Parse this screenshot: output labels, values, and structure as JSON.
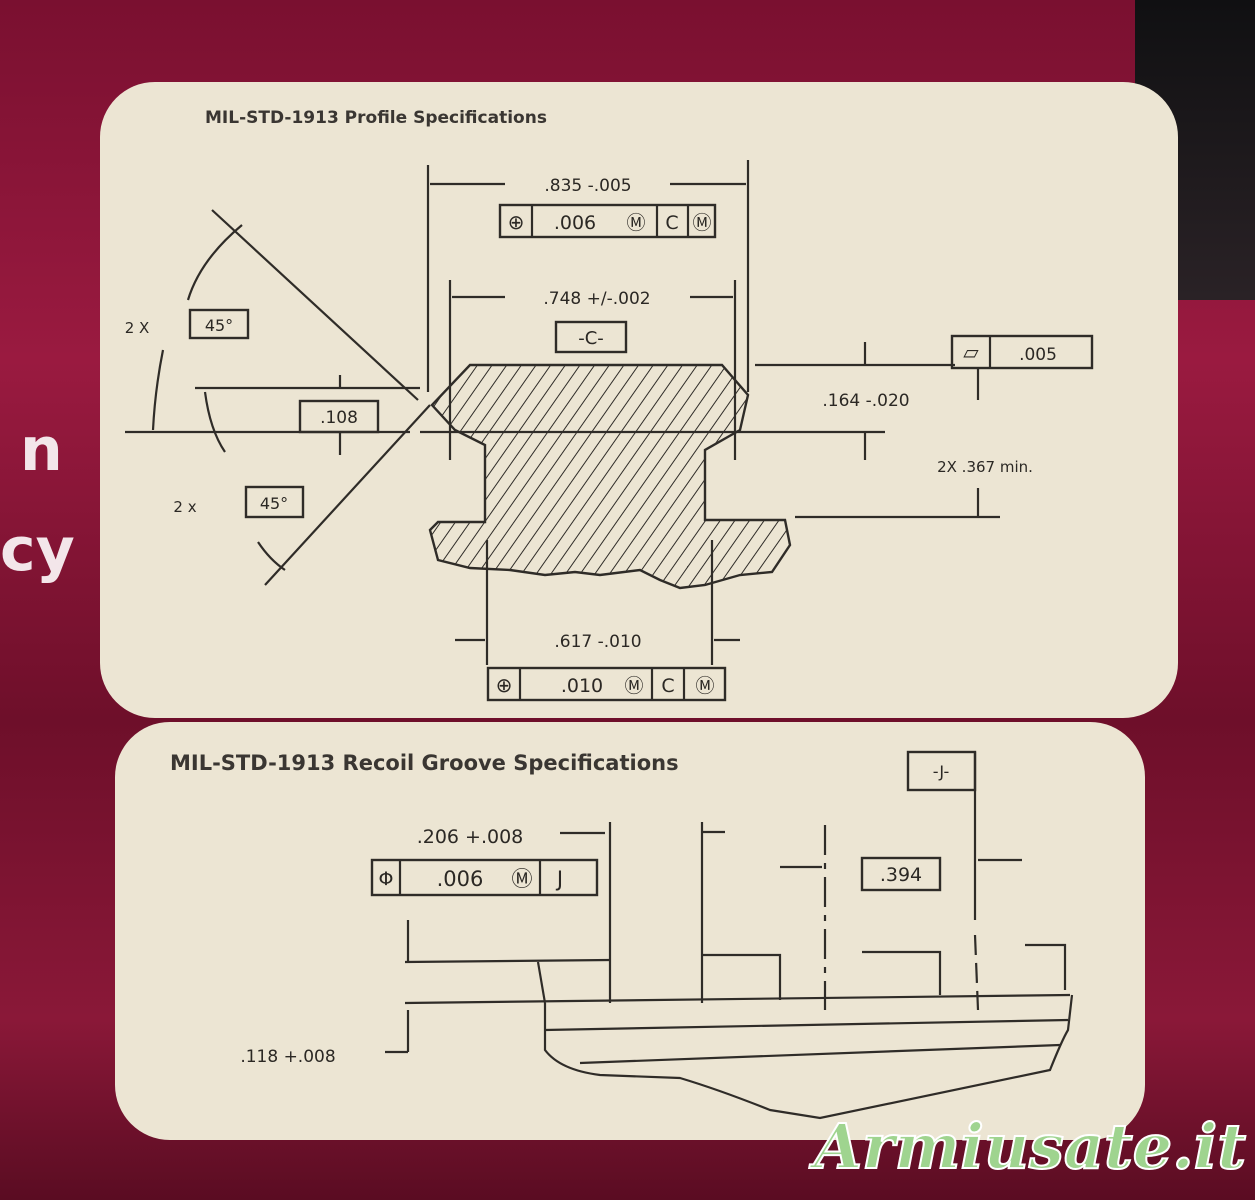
{
  "side_text": [
    "n",
    "cy"
  ],
  "profile": {
    "title": "MIL-STD-1913 Profile Specifications",
    "dim_835": ".835 -.005",
    "fcf_top": {
      "symbol": "⊕",
      "tolerance": ".006",
      "modifier": "Ⓜ",
      "datum": "C",
      "datum_modifier": "Ⓜ"
    },
    "dim_748": ".748 +/-.002",
    "datum_c": "-C-",
    "flatness": {
      "symbol": "▱",
      "value": ".005"
    },
    "dim_164": ".164 -.020",
    "dim_367": "2X .367 min.",
    "dim_108": ".108",
    "angle_top": {
      "count": "2 X",
      "value": "45°"
    },
    "angle_bottom": {
      "count": "2 x",
      "value": "45°"
    },
    "dim_617": ".617 -.010",
    "fcf_bottom": {
      "symbol": "⊕",
      "tolerance": ".010",
      "modifier": "Ⓜ",
      "datum": "C",
      "datum_modifier": "Ⓜ"
    }
  },
  "groove": {
    "title": "MIL-STD-1913 Recoil Groove Specifications",
    "datum_j": "-J-",
    "dim_206": ".206 +.008",
    "fcf": {
      "symbol": "Φ",
      "tolerance": ".006",
      "modifier": "Ⓜ",
      "datum": "J"
    },
    "dim_394": ".394",
    "dim_118": ".118 +.008"
  },
  "watermark": "Armiusate.it"
}
